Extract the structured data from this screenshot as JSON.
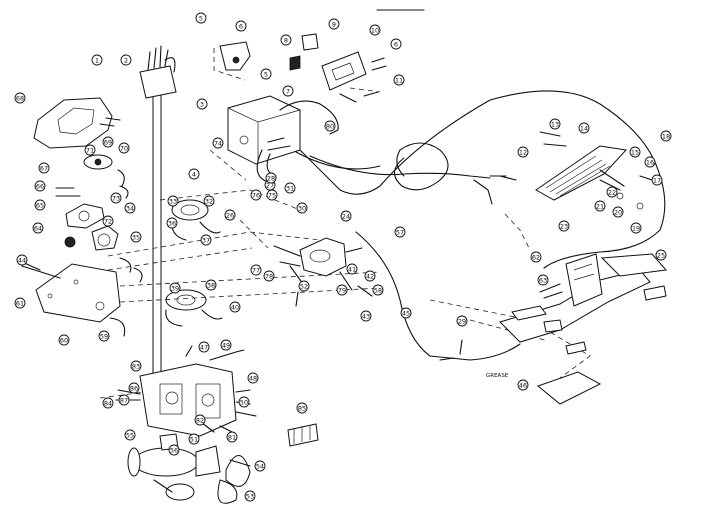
{
  "diagram": {
    "callouts": [
      {
        "id": "c1",
        "label": "1"
      },
      {
        "id": "c2",
        "label": "2"
      },
      {
        "id": "c3",
        "label": "3"
      },
      {
        "id": "c4",
        "label": "4"
      },
      {
        "id": "c5",
        "label": "5"
      },
      {
        "id": "c5b",
        "label": "5"
      },
      {
        "id": "c6",
        "label": "6"
      },
      {
        "id": "c6b",
        "label": "6"
      },
      {
        "id": "c7",
        "label": "7"
      },
      {
        "id": "c8",
        "label": "8"
      },
      {
        "id": "c9",
        "label": "9"
      },
      {
        "id": "c10",
        "label": "10"
      },
      {
        "id": "c11",
        "label": "11"
      },
      {
        "id": "c12",
        "label": "12"
      },
      {
        "id": "c13",
        "label": "13"
      },
      {
        "id": "c14",
        "label": "14"
      },
      {
        "id": "c15",
        "label": "15"
      },
      {
        "id": "c16",
        "label": "16"
      },
      {
        "id": "c17",
        "label": "17"
      },
      {
        "id": "c18",
        "label": "18"
      },
      {
        "id": "c19",
        "label": "19"
      },
      {
        "id": "c20",
        "label": "20"
      },
      {
        "id": "c21",
        "label": "21"
      },
      {
        "id": "c22",
        "label": "22"
      },
      {
        "id": "c23",
        "label": "23"
      },
      {
        "id": "c24",
        "label": "24"
      },
      {
        "id": "c25",
        "label": "25"
      },
      {
        "id": "c26",
        "label": "26"
      },
      {
        "id": "c27",
        "label": "27"
      },
      {
        "id": "c28",
        "label": "28"
      },
      {
        "id": "c29",
        "label": "29"
      },
      {
        "id": "c30",
        "label": "30"
      },
      {
        "id": "c31",
        "label": "31"
      },
      {
        "id": "c32",
        "label": "32"
      },
      {
        "id": "c33",
        "label": "33"
      },
      {
        "id": "c34",
        "label": "34"
      },
      {
        "id": "c35",
        "label": "35"
      },
      {
        "id": "c36",
        "label": "36"
      },
      {
        "id": "c37",
        "label": "37"
      },
      {
        "id": "c38",
        "label": "38"
      },
      {
        "id": "c39",
        "label": "39"
      },
      {
        "id": "c40",
        "label": "40"
      },
      {
        "id": "c41",
        "label": "41"
      },
      {
        "id": "c42",
        "label": "42"
      },
      {
        "id": "c43",
        "label": "43"
      },
      {
        "id": "c44",
        "label": "44"
      },
      {
        "id": "c45",
        "label": "45"
      },
      {
        "id": "c46",
        "label": "46"
      },
      {
        "id": "c47",
        "label": "47"
      },
      {
        "id": "c48",
        "label": "48"
      },
      {
        "id": "c49",
        "label": "49"
      },
      {
        "id": "c50",
        "label": "50"
      },
      {
        "id": "c51",
        "label": "51"
      },
      {
        "id": "c52",
        "label": "52"
      },
      {
        "id": "c53",
        "label": "53"
      },
      {
        "id": "c54",
        "label": "54"
      },
      {
        "id": "c55",
        "label": "55"
      },
      {
        "id": "c56",
        "label": "56"
      },
      {
        "id": "c57",
        "label": "57"
      },
      {
        "id": "c58",
        "label": "58"
      },
      {
        "id": "c59",
        "label": "59"
      },
      {
        "id": "c60",
        "label": "60"
      },
      {
        "id": "c61",
        "label": "61"
      },
      {
        "id": "c62",
        "label": "62"
      },
      {
        "id": "c63",
        "label": "63"
      },
      {
        "id": "c64",
        "label": "64"
      },
      {
        "id": "c65",
        "label": "65"
      },
      {
        "id": "c66",
        "label": "66"
      },
      {
        "id": "c67",
        "label": "67"
      },
      {
        "id": "c68",
        "label": "68"
      },
      {
        "id": "c69",
        "label": "69"
      },
      {
        "id": "c70",
        "label": "70"
      },
      {
        "id": "c71",
        "label": "71"
      },
      {
        "id": "c72",
        "label": "72"
      },
      {
        "id": "c73",
        "label": "73"
      },
      {
        "id": "c74",
        "label": "74"
      },
      {
        "id": "c75",
        "label": "75"
      },
      {
        "id": "c76",
        "label": "76"
      },
      {
        "id": "c77",
        "label": "77"
      },
      {
        "id": "c78",
        "label": "78"
      },
      {
        "id": "c79",
        "label": "79"
      },
      {
        "id": "c80",
        "label": "80"
      },
      {
        "id": "c81",
        "label": "81"
      },
      {
        "id": "c82",
        "label": "82"
      },
      {
        "id": "c83",
        "label": "83"
      },
      {
        "id": "c84",
        "label": "84"
      },
      {
        "id": "c85",
        "label": "85"
      },
      {
        "id": "c86",
        "label": "86"
      },
      {
        "id": "c87",
        "label": "87"
      },
      {
        "id": "c88",
        "label": "88"
      },
      {
        "id": "c89",
        "label": "89"
      }
    ],
    "annotation": "GREASE"
  }
}
